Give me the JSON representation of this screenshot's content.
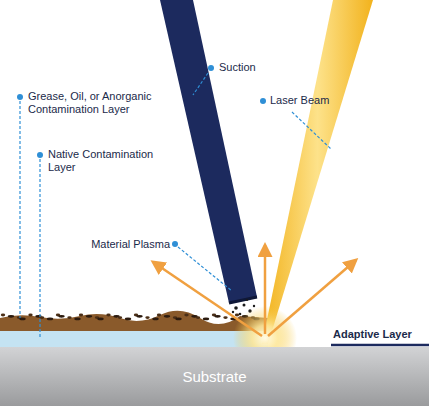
{
  "diagram": {
    "nodes": [
      {
        "text": [
          "Substrate"
        ]
      }
    ],
    "labels": [
      "Grease, Oil, or Anorganic Contamination Layer",
      "Native Contamination Layer",
      "Suction",
      "Laser Beam",
      "Material Plasma",
      "Adaptive Layer"
    ]
  }
}
